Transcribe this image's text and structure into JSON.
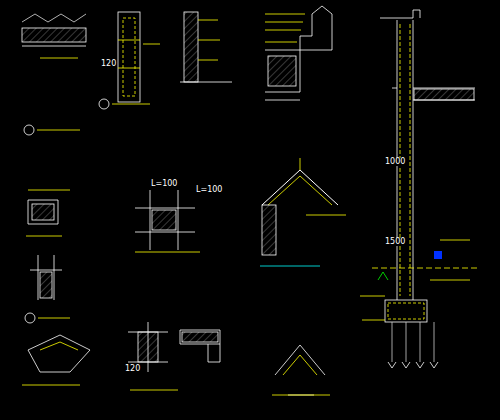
{
  "diagram": {
    "labels": [
      "L=100",
      "L=100",
      "1500",
      "1000",
      "120",
      "120"
    ]
  }
}
